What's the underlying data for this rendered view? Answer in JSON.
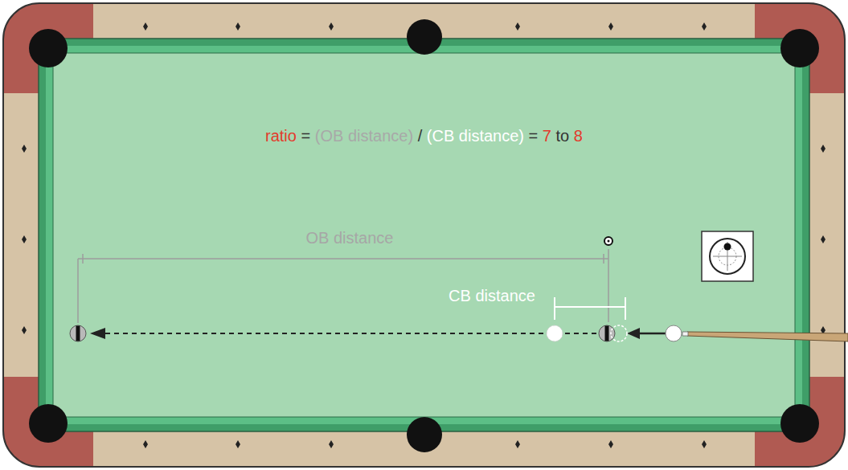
{
  "diagram": {
    "labels": [
      "ratio",
      "=",
      "(OB distance)",
      "/",
      "(CB distance)",
      "=",
      "7",
      "to",
      "8",
      "OB distance",
      "CB distance"
    ]
  }
}
